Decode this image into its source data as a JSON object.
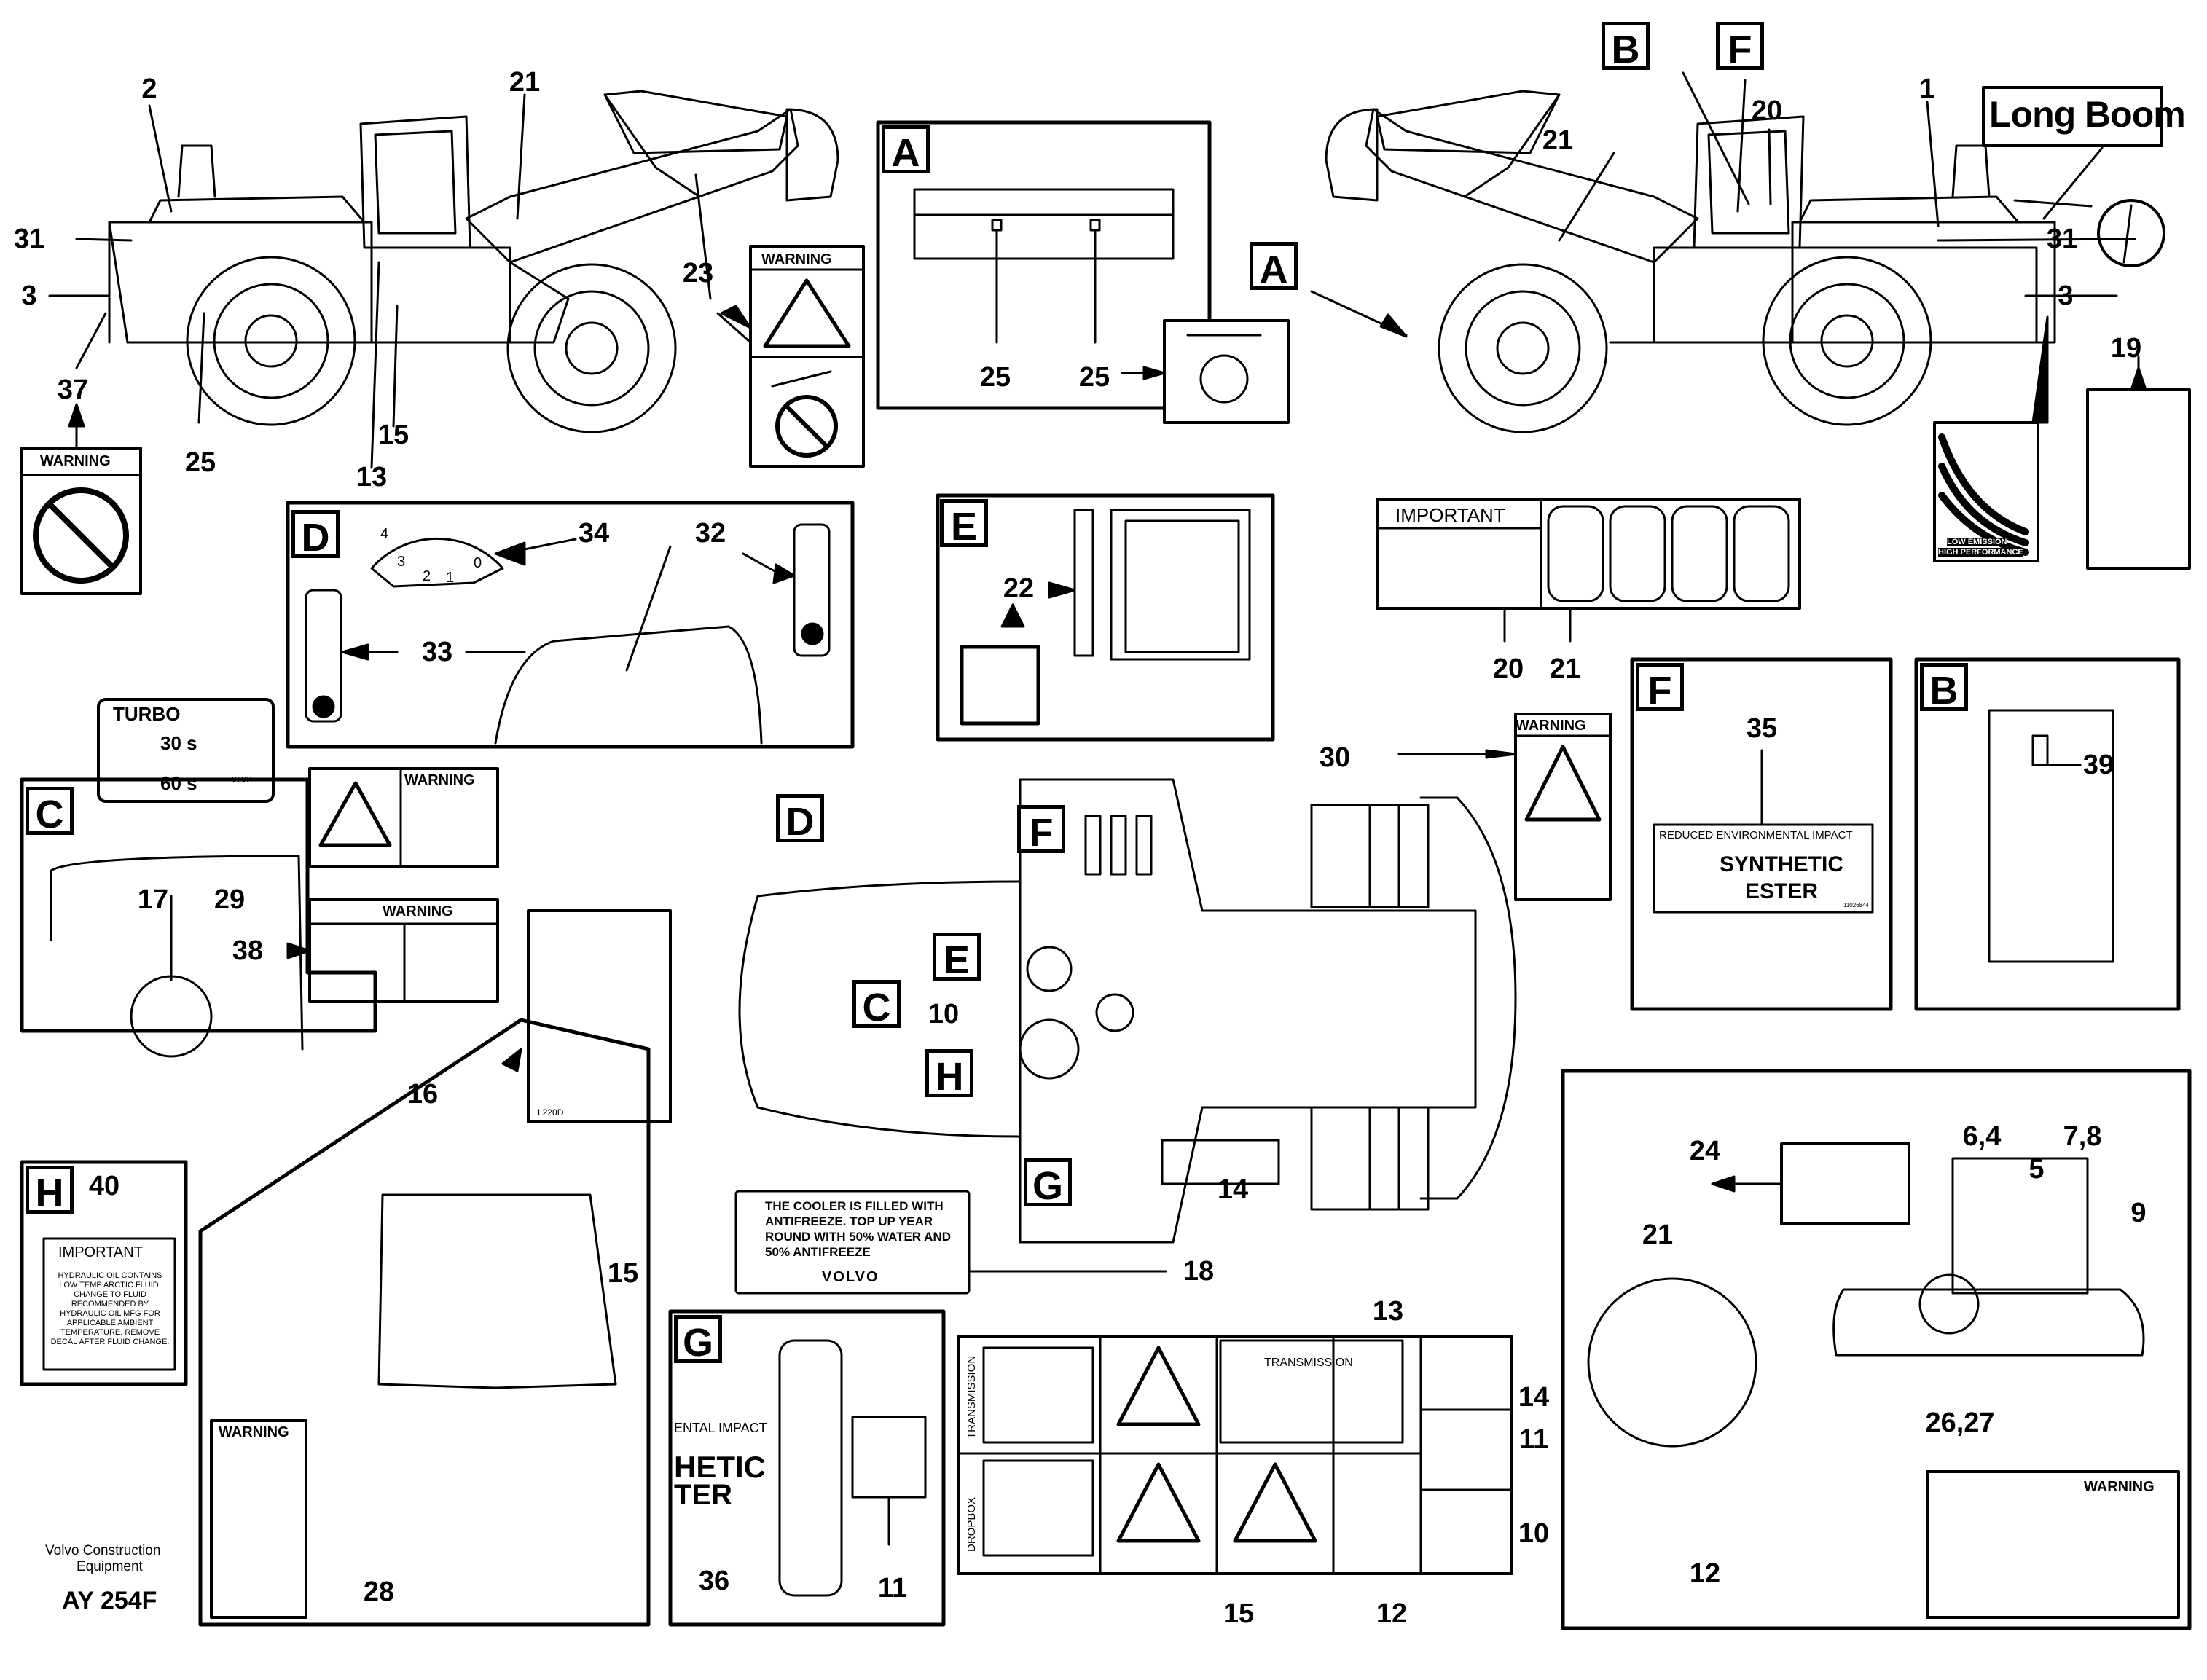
{
  "callouts": {
    "c1": "1",
    "c2": "2",
    "c3a": "3",
    "c3b": "3",
    "c10a": "10",
    "c10b": "10",
    "c11a": "11",
    "c11b": "11",
    "c12a": "12",
    "c12b": "12",
    "c13a": "13",
    "c13b": "13",
    "c14a": "14",
    "c14b": "14",
    "c15a": "15",
    "c15b": "15",
    "c15c": "15",
    "c16": "16",
    "c17": "17",
    "c18": "18",
    "c19": "19",
    "c20a": "20",
    "c20b": "20",
    "c21a": "21",
    "c21b": "21",
    "c21c": "21",
    "c21d": "21",
    "c22": "22",
    "c23": "23",
    "c24": "24",
    "c25a": "25",
    "c25b": "25",
    "c25c": "25",
    "c2627": "26,27",
    "c28": "28",
    "c29": "29",
    "c30": "30",
    "c31a": "31",
    "c31b": "31",
    "c32": "32",
    "c33": "33",
    "c34": "34",
    "c35": "35",
    "c36": "36",
    "c37": "37",
    "c38": "38",
    "c39": "39",
    "c40": "40",
    "c5": "5",
    "c64": "6,4",
    "c78": "7,8",
    "c9": "9"
  },
  "section_letters": {
    "A1": "A",
    "A2": "A",
    "B1": "B",
    "B2": "B",
    "C1": "C",
    "C2": "C",
    "D1": "D",
    "D2": "D",
    "E1": "E",
    "E2": "E",
    "F1": "F",
    "F2": "F",
    "F3": "F",
    "G1": "G",
    "G2": "G",
    "H1": "H",
    "H2": "H"
  },
  "decals": {
    "warning": "WARNING",
    "long_boom": "Long Boom",
    "important": "IMPORTANT",
    "turbo": "TURBO",
    "turbo_30": "30 s",
    "turbo_60": "60 s",
    "reduced_env": "REDUCED ENVIRONMENTAL IMPACT",
    "synthetic": "SYNTHETIC",
    "ester": "ESTER",
    "ester_code": "11026844",
    "ental_impact": "ENTAL IMPACT",
    "hetic": "HETIC",
    "ter": "TER",
    "cooler_text": "THE COOLER IS FILLED WITH ANTIFREEZE. TOP UP YEAR ROUND WITH 50% WATER AND 50% ANTIFREEZE",
    "volvo": "VOLVO",
    "transmission": "TRANSMISSION",
    "transmission_v": "TRANSMISSION",
    "dropbox_v": "DROPBOX",
    "low_emission": "LOW EMISSION",
    "high_perf": "HIGH PERFORMANCE",
    "h_important": "IMPORTANT",
    "h_text": "HYDRAULIC OIL CONTAINS LOW TEMP ARCTIC FLUID. CHANGE TO FLUID RECOMMENDED BY HYDRAULIC OIL MFG FOR APPLICABLE AMBIENT TEMPERATURE. REMOVE DECAL AFTER FLUID CHANGE.",
    "dial": [
      "4",
      "3",
      "2",
      "1",
      "0"
    ],
    "l220": "L220D",
    "stop": "STOP"
  },
  "footer": {
    "company": "Volvo Construction",
    "equipment": "Equipment",
    "code": "AY 254F"
  }
}
